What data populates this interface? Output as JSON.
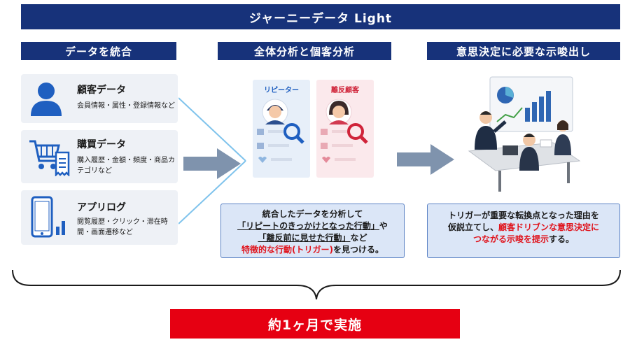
{
  "title": "ジャーニーデータ Light",
  "columns": {
    "integrate": "データを統合",
    "analysis": "全体分析と個客分析",
    "decision": "意思決定に必要な示唆出し"
  },
  "sources": [
    {
      "title": "顧客データ",
      "desc": "会員情報・属性・登録情報など",
      "icon": "person-icon"
    },
    {
      "title": "購買データ",
      "desc": "購入履歴・金額・頻度・商品カテゴリなど",
      "icon": "cart-receipt-icon"
    },
    {
      "title": "アプリログ",
      "desc": "閲覧履歴・クリック・滞在時間・画面遷移など",
      "icon": "smartphone-chart-icon"
    }
  ],
  "personas": {
    "repeater": "リピーター",
    "churn": "離反顧客"
  },
  "analysis_box": {
    "line1": "統合したデータを分析して",
    "line2a": "「リピートのきっかけとなった行動」",
    "line2b": "や",
    "line3a": "「離反前に見せた行動」",
    "line3b": "など",
    "line4a": "特徴的な行動(トリガー)",
    "line4b": "を見つける。"
  },
  "decision_box": {
    "line1": "トリガーが重要な転換点となった理由を",
    "line2a": "仮説立てし、",
    "line2b": "顧客ドリブンな意思決定に",
    "line3a": "つながる示唆を提示",
    "line3b": "する。"
  },
  "footer": "約1ヶ月で実施",
  "colors": {
    "navy": "#17327a",
    "red": "#e60012",
    "arrow": "#7f93ad",
    "box_fill": "#dbe6f7"
  }
}
